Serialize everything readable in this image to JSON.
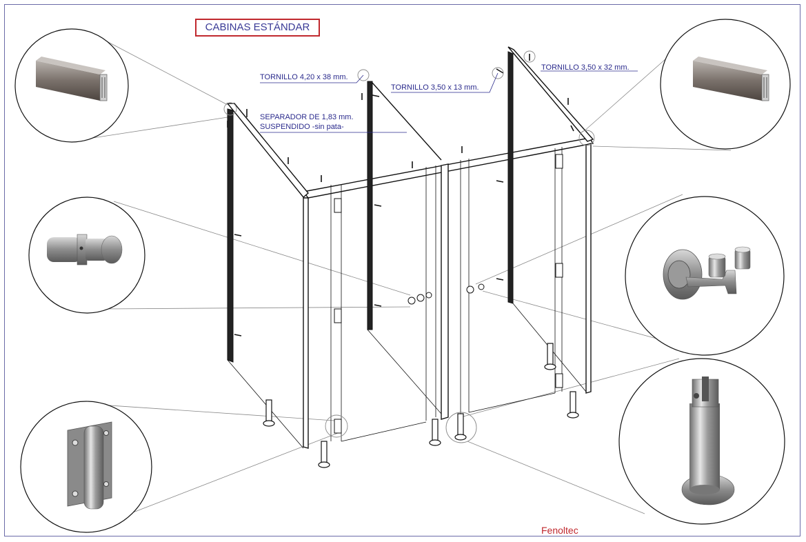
{
  "title": "CABINAS ESTÁNDAR",
  "labels": {
    "screw_42x38": "TORNILLO 4,20 x 38 mm.",
    "screw_35x13": "TORNILLO 3,50 x 13 mm.",
    "screw_35x32": "TORNILLO 3,50 x 32 mm.",
    "separator_line1": "SEPARADOR DE 1,83 mm.",
    "separator_line2": "SUSPENDIDO -sin pata-"
  },
  "brand": "Fenoltec",
  "colors": {
    "frame": "#6a6aa8",
    "title_border": "#c0282d",
    "label_text": "#2a2a8c",
    "brand_text": "#c0282d",
    "metal": "#8a8a8a"
  },
  "detail_callouts": [
    {
      "icon": "aluminum-profile-icon"
    },
    {
      "icon": "aluminum-profile-icon"
    },
    {
      "icon": "door-knob-icon"
    },
    {
      "icon": "lock-latch-icon"
    },
    {
      "icon": "hinge-icon"
    },
    {
      "icon": "pedestal-foot-icon"
    }
  ]
}
